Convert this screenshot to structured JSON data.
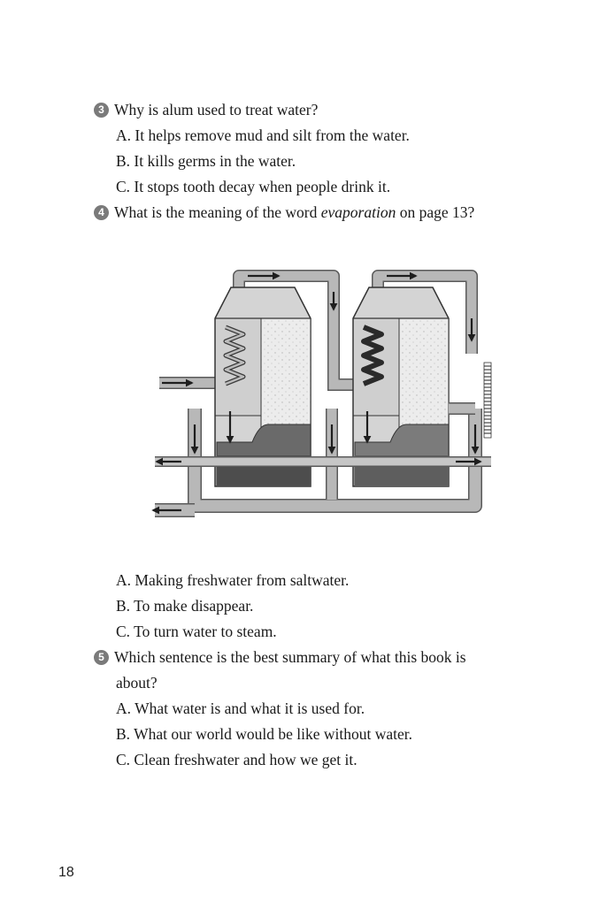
{
  "questions": [
    {
      "number": "3",
      "prompt": "Why is alum used to treat water?",
      "options": [
        "A. It helps remove mud and silt from the water.",
        "B. It kills germs in the water.",
        "C. It stops tooth decay when people drink it."
      ]
    },
    {
      "number": "4",
      "prompt_before": "What is the meaning of the word ",
      "prompt_italic": "evaporation",
      "prompt_after": " on page 13?",
      "options": [
        "A. Making freshwater from saltwater.",
        "B. To make disappear.",
        "C. To turn water to steam."
      ]
    },
    {
      "number": "5",
      "prompt_line1": "Which sentence is the best summary of what this book is",
      "prompt_line2": "about?",
      "options": [
        "A. What water is and what it is used for.",
        "B. What our world would be like without water.",
        "C. Clean freshwater and how we get it."
      ]
    }
  ],
  "page_number": "18",
  "colors": {
    "pipe": "#b8b8b8",
    "tank": "#d4d4d4",
    "chamber": "#ececec",
    "water": "#5e5e5e",
    "water_light": "#7b7b7b",
    "arrow": "#1e1e1e"
  }
}
